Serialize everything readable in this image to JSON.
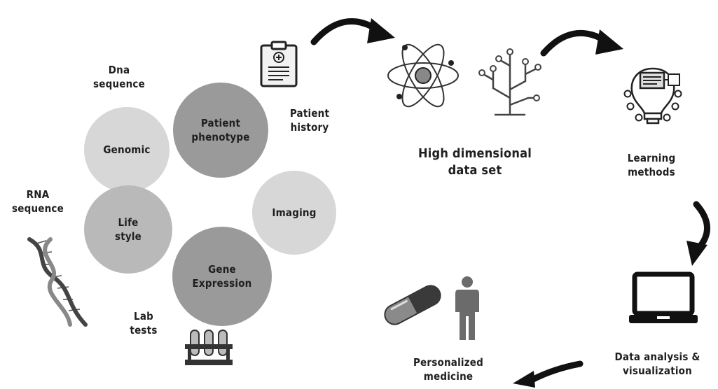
{
  "sources": {
    "dna": [
      "Dna",
      "sequence"
    ],
    "patient_history": [
      "Patient",
      "history"
    ],
    "rna": [
      "RNA",
      "sequence"
    ],
    "lab_tests": [
      "Lab",
      "tests"
    ]
  },
  "circles": {
    "patient_phenotype": [
      "Patient",
      "phenotype"
    ],
    "genomic": [
      "Genomic"
    ],
    "imaging": [
      "Imaging"
    ],
    "life_style": [
      "Life",
      "style"
    ],
    "gene_expression": [
      "Gene",
      "Expression"
    ]
  },
  "stages": {
    "high_dimensional": [
      "High dimensional",
      "data set"
    ],
    "learning_methods": [
      "Learning",
      "methods"
    ],
    "data_analysis": [
      "Data analysis &",
      "visualization"
    ],
    "personalized_medicine": [
      "Personalized",
      "medicine"
    ]
  },
  "colors": {
    "circle_dark": "#9a9a9a",
    "circle_mid": "#b9b9b9",
    "circle_light": "#d7d7d7",
    "ink": "#1f1f1f"
  }
}
